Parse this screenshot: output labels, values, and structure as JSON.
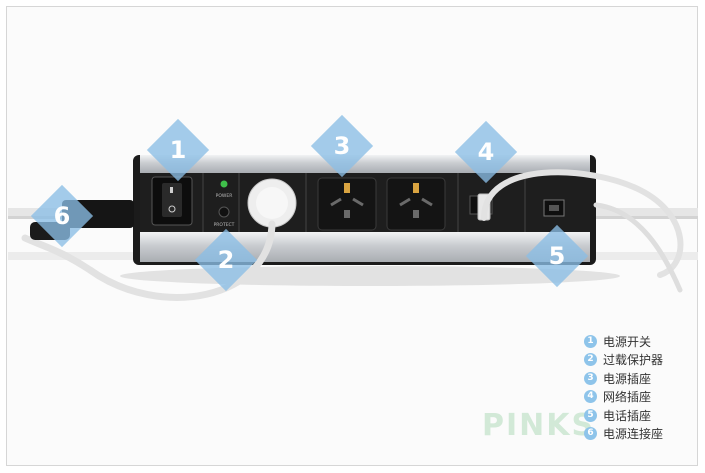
{
  "markers": [
    {
      "id": 1,
      "label": "1"
    },
    {
      "id": 2,
      "label": "2"
    },
    {
      "id": 3,
      "label": "3"
    },
    {
      "id": 4,
      "label": "4"
    },
    {
      "id": 5,
      "label": "5"
    },
    {
      "id": 6,
      "label": "6"
    }
  ],
  "panel_labels": {
    "power": "POWER",
    "protect": "PROTECT"
  },
  "legend": [
    {
      "num": "1",
      "text": "电源开关"
    },
    {
      "num": "2",
      "text": "过载保护器"
    },
    {
      "num": "3",
      "text": "电源插座"
    },
    {
      "num": "4",
      "text": "网络插座"
    },
    {
      "num": "5",
      "text": "电话插座"
    },
    {
      "num": "6",
      "text": "电源连接座"
    }
  ],
  "watermark": "PINKS",
  "colors": {
    "marker_fill": "#8abee6",
    "legend_dot": "#8ec4ea",
    "body_silver": "#c9ccd0",
    "face_black": "#1b1b1b",
    "led_green": "#3fbf4a"
  }
}
